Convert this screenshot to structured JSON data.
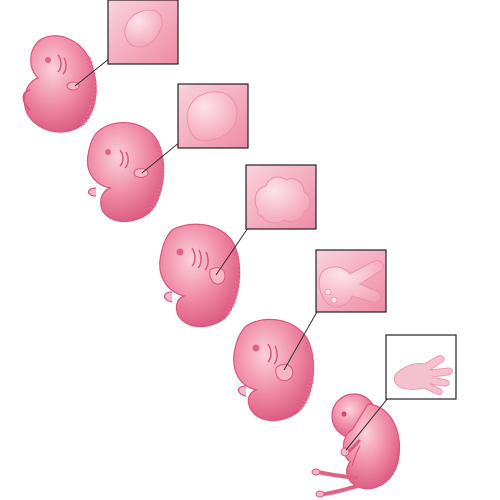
{
  "diagram": {
    "description_visible_text": "",
    "stages": [
      {
        "stage": 1,
        "limb_shape": "paddle-bud"
      },
      {
        "stage": 2,
        "limb_shape": "paddle"
      },
      {
        "stage": 3,
        "limb_shape": "digital-plate"
      },
      {
        "stage": 4,
        "limb_shape": "separating-digits"
      },
      {
        "stage": 5,
        "limb_shape": "hand"
      }
    ],
    "colors": {
      "embryo_fill": "#f08aa6",
      "embryo_light": "#f7b6c8",
      "embryo_dark": "#d9577e",
      "inset_background": "#f6c1cf",
      "inset_border": "#222222",
      "leader_line": "#333333"
    }
  }
}
